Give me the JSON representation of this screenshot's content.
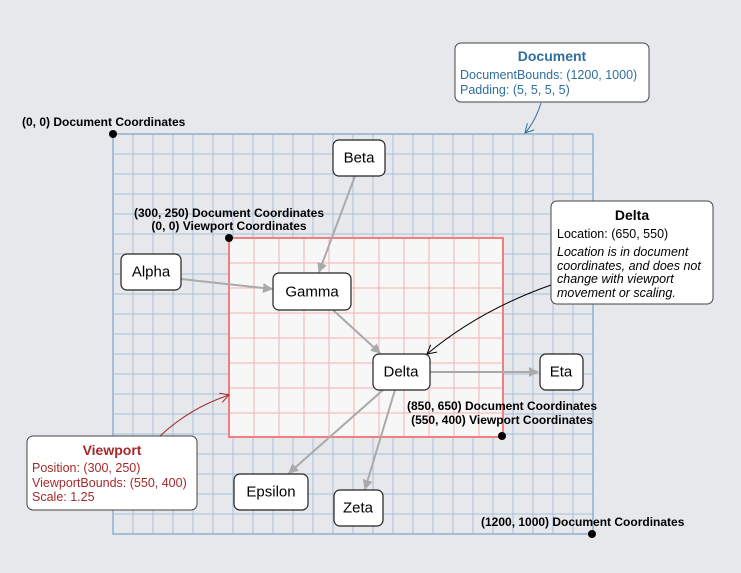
{
  "colors": {
    "document": "#2e6e9e",
    "viewport": "#a52a2a",
    "viewport_grid": "#f08080",
    "document_grid": "#8fb0cf",
    "edge": "#aaaaaa"
  },
  "nodes": {
    "alpha": "Alpha",
    "beta": "Beta",
    "gamma": "Gamma",
    "delta": "Delta",
    "eta": "Eta",
    "epsilon": "Epsilon",
    "zeta": "Zeta"
  },
  "labels": {
    "doc_origin": "(0, 0) Document Coordinates",
    "vp_origin_doc": "(300, 250) Document Coordinates",
    "vp_origin_vp": "(0, 0) Viewport Coordinates",
    "vp_end_doc": "(850, 650) Document Coordinates",
    "vp_end_vp": "(550, 400) Viewport Coordinates",
    "doc_end": "(1200, 1000) Document Coordinates"
  },
  "document_box": {
    "title": "Document",
    "line1": "DocumentBounds: (1200, 1000)",
    "line2": "Padding: (5, 5, 5, 5)"
  },
  "delta_box": {
    "title": "Delta",
    "line1": "Location: (650, 550)",
    "note1": "Location is in document",
    "note2": "coordinates, and does not",
    "note3": "change with viewport",
    "note4": "movement or scaling."
  },
  "viewport_box": {
    "title": "Viewport",
    "line1": "Position: (300, 250)",
    "line2": "ViewportBounds: (550, 400)",
    "line3": "Scale: 1.25"
  }
}
